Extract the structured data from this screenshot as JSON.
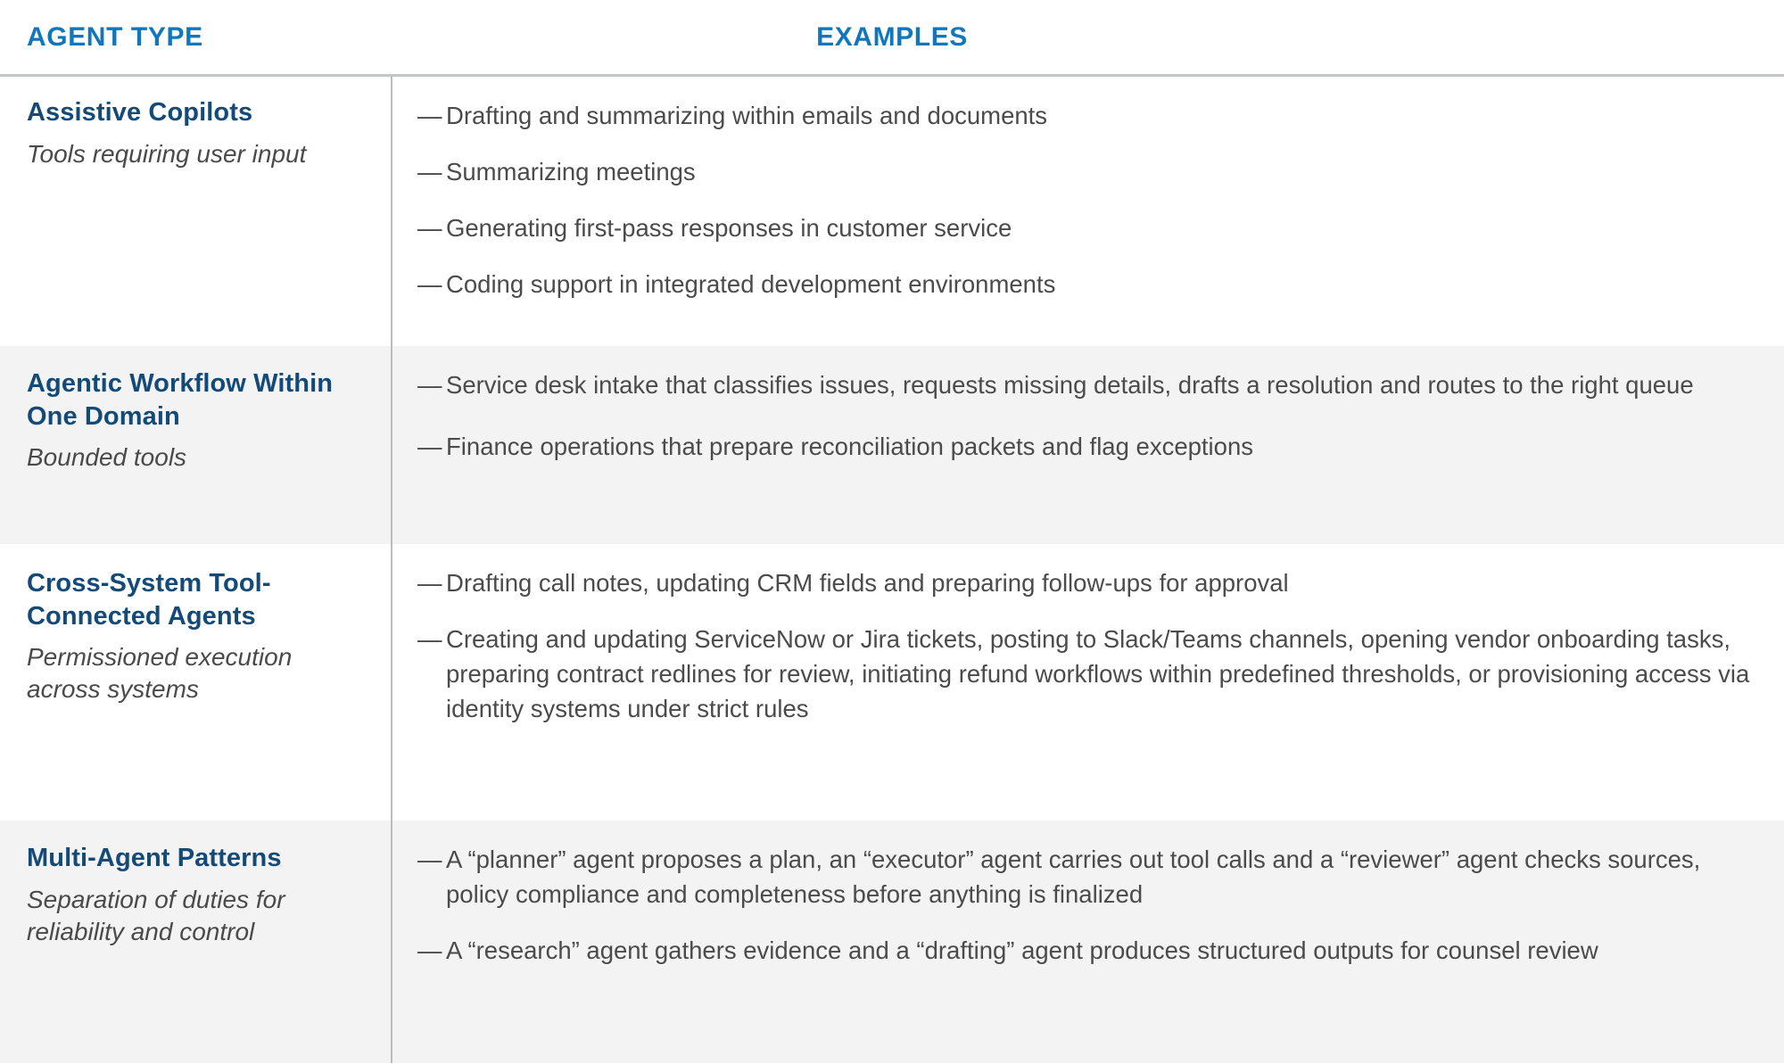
{
  "table": {
    "header": {
      "col_type": "AGENT TYPE",
      "col_examples": "EXAMPLES"
    },
    "colors": {
      "header_blue": "#1176bc",
      "title_navy": "#144a77",
      "body_text": "#4b4b4b",
      "alt_row_bg": "#f3f3f3",
      "rule": "#c3c7c9",
      "divider": "#b9bdbf"
    },
    "bullet_marker": "—",
    "rows": [
      {
        "title": "Assistive Copilots",
        "subtitle": "Tools requiring user input",
        "examples": [
          "Drafting and summarizing within emails and documents",
          "Summarizing meetings",
          "Generating first-pass responses in customer service",
          "Coding support in integrated development environments"
        ]
      },
      {
        "title": "Agentic Workflow Within One Domain",
        "subtitle": "Bounded tools",
        "examples": [
          "Service desk intake that classifies issues, requests missing details, drafts a resolution and routes to the right queue",
          "Finance operations that prepare reconciliation packets and flag exceptions"
        ]
      },
      {
        "title": "Cross-System Tool-Connected Agents",
        "subtitle": "Permissioned execution across systems",
        "examples": [
          "Drafting call notes, updating CRM fields and preparing follow-ups for approval",
          "Creating and updating ServiceNow or Jira tickets, posting to Slack/Teams channels, opening vendor onboarding tasks, preparing contract redlines for review, initiating refund workflows within predefined thresholds, or provisioning access via identity systems under strict rules"
        ]
      },
      {
        "title": "Multi-Agent Patterns",
        "subtitle": "Separation of duties for reliability and control",
        "examples": [
          "A “planner” agent proposes a plan, an “executor” agent carries out tool calls and a “reviewer” agent checks sources, policy compliance and completeness before anything is finalized",
          "A “research” agent gathers evidence and a “drafting” agent produces structured outputs for counsel review"
        ]
      }
    ]
  }
}
